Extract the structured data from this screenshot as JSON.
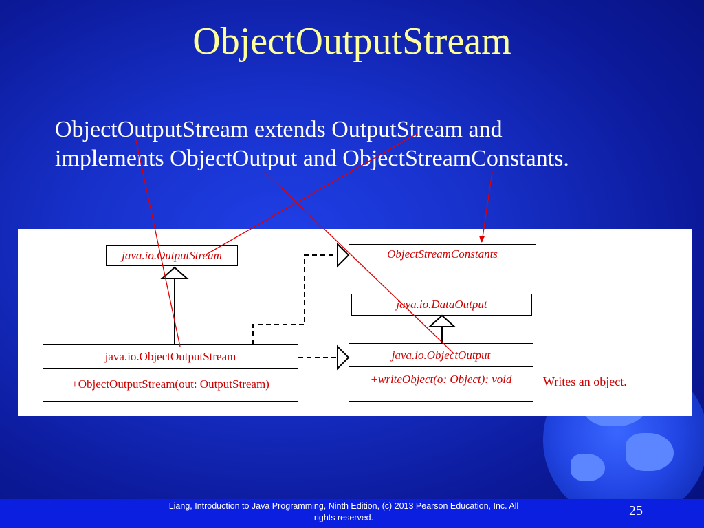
{
  "slide": {
    "title": "ObjectOutputStream",
    "subtitle_line1": "ObjectOutputStream extends OutputStream and",
    "subtitle_line2": "implements ObjectOutput and ObjectStreamConstants."
  },
  "diagram": {
    "output_stream": "java.io.OutputStream",
    "object_stream_constants": "ObjectStreamConstants",
    "data_output": "java.io.DataOutput",
    "object_output_stream": "java.io.ObjectOutputStream",
    "object_output_stream_ctor": "+ObjectOutputStream(out: OutputStream)",
    "object_output": "java.io.ObjectOutput",
    "write_object": "+writeObject(o: Object): void",
    "write_object_note": "Writes an object."
  },
  "footer": {
    "credit_line1": "Liang, Introduction to Java Programming, Ninth Edition, (c) 2013 Pearson Education, Inc. All",
    "credit_line2": "rights reserved.",
    "page_number": "25"
  },
  "colors": {
    "title": "#ffff99",
    "diagram_text": "#cc0000",
    "footer_bar": "#0b1fe0"
  }
}
